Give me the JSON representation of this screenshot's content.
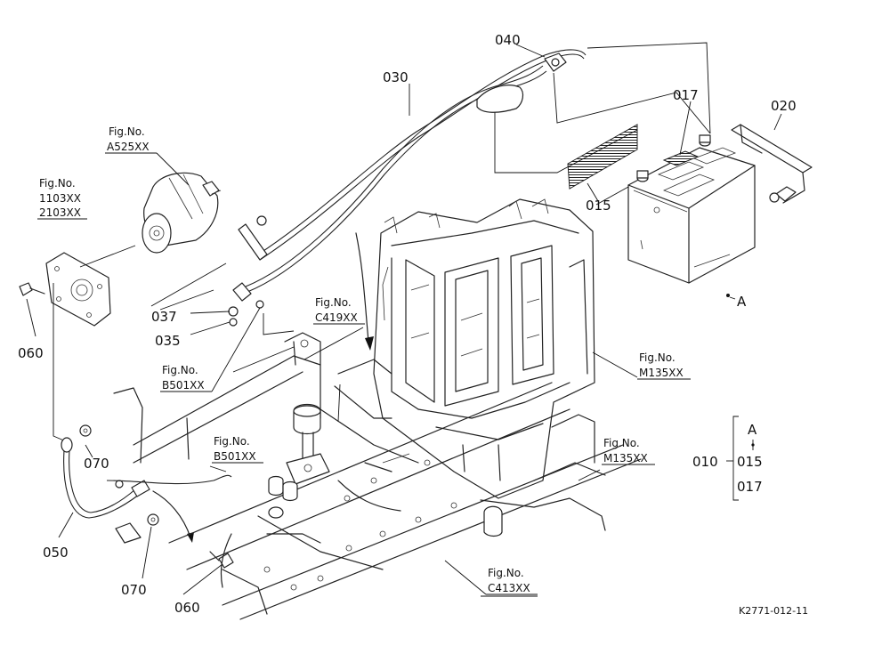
{
  "part_labels": {
    "p040": "040",
    "p030": "030",
    "p017": "017",
    "p020": "020",
    "p015": "015",
    "p037": "037",
    "p035": "035",
    "p060a": "060",
    "p070a": "070",
    "p050": "050",
    "p070b": "070",
    "p060b": "060",
    "pA": "A"
  },
  "fig_refs": {
    "a525": {
      "label": "Fig.No.",
      "code": "A525XX"
    },
    "f1103": {
      "label": "Fig.No.",
      "code1": "1103XX",
      "code2": "2103XX"
    },
    "c419": {
      "label": "Fig.No.",
      "code": "C419XX"
    },
    "b501a": {
      "label": "Fig.No.",
      "code": "B501XX"
    },
    "b501b": {
      "label": "Fig.No.",
      "code": "B501XX"
    },
    "m135a": {
      "label": "Fig.No.",
      "code": "M135XX"
    },
    "m135b": {
      "label": "Fig.No.",
      "code": "M135XX"
    },
    "c413": {
      "label": "Fig.No.",
      "code": "C413XX"
    }
  },
  "assembly_legend": {
    "parent": "010",
    "items": [
      "A",
      "015",
      "017"
    ]
  },
  "drawing_code": "K2771-012-11"
}
